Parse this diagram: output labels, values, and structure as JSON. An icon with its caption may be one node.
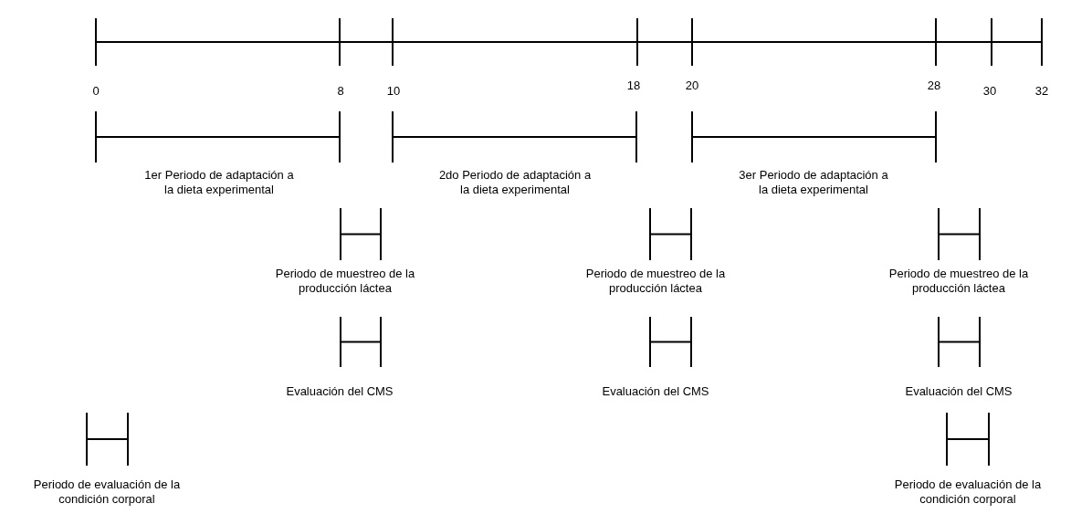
{
  "diagram": {
    "labels": [
      "0",
      "8",
      "10",
      "18",
      "20",
      "28",
      "30",
      "32",
      "1er Periodo de adaptación a la dieta experimental",
      "2do Periodo de adaptación a la dieta experimental",
      "3er Periodo de adaptación a la dieta experimental",
      "Periodo de muestreo de la producción láctea",
      "Periodo de muestreo de la producción láctea",
      "Periodo de muestreo de la producción láctea",
      "Evaluación del CMS",
      "Evaluación del CMS",
      "Evaluación del CMS",
      "Periodo de evaluación de la condición corporal",
      "Periodo de evaluación de la condición corporal"
    ]
  }
}
